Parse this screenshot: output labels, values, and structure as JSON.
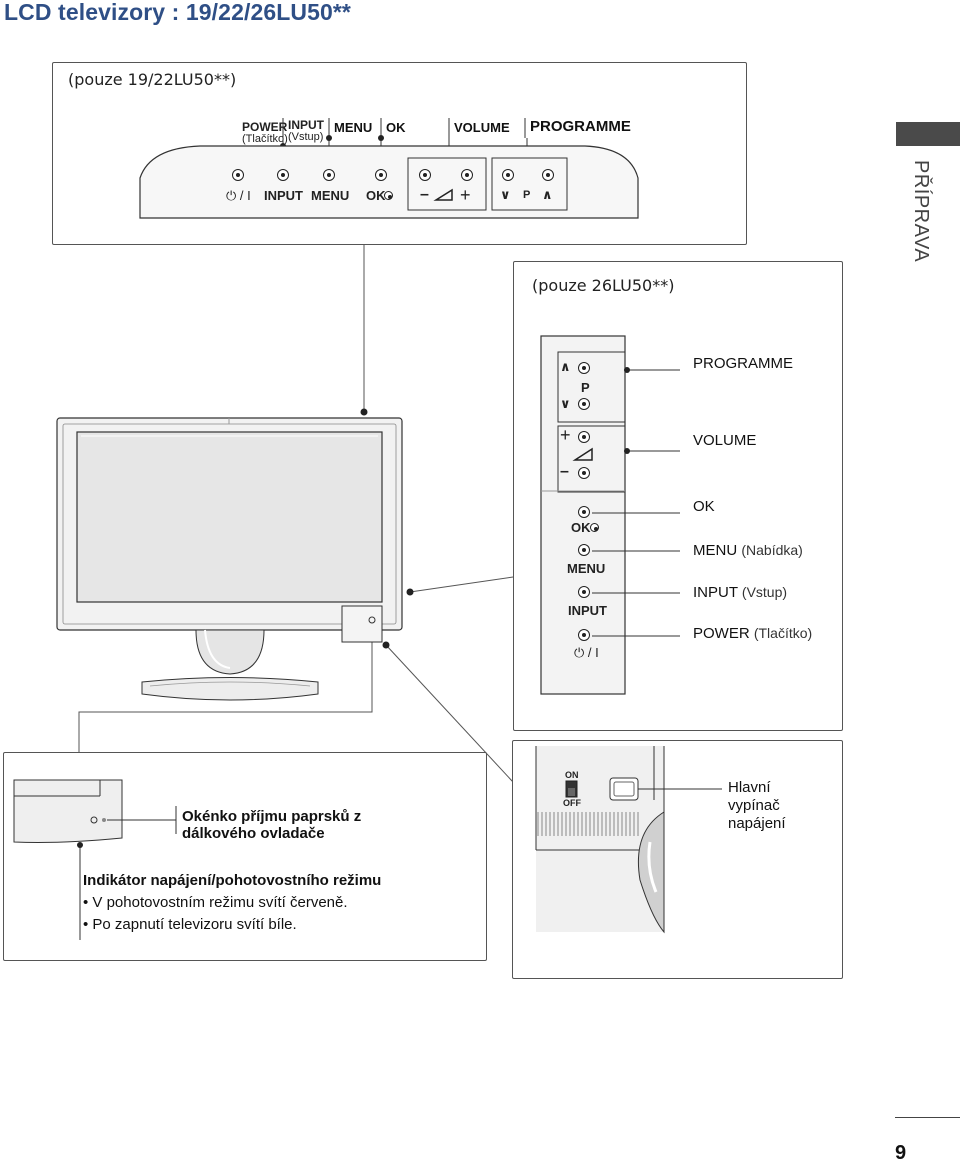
{
  "page": {
    "title": "LCD televizory : 19/22/26LU50**",
    "side_label": "PŘÍPRAVA",
    "page_number": "9"
  },
  "panel_small": {
    "caption": "(pouze 19/22LU50**)",
    "top_labels": {
      "power": "POWER",
      "power_sub": "(Tlačítko)",
      "input": "INPUT",
      "input_sub": "(Vstup)",
      "menu": "MENU",
      "ok": "OK",
      "volume": "VOLUME",
      "programme": "PROGRAMME"
    },
    "face_labels": {
      "power": "⏻ / I",
      "input": "INPUT",
      "menu": "MENU",
      "ok": "OK",
      "vol_minus": "–",
      "vol_plus": "+",
      "prog_down": "∨",
      "prog_p": "P",
      "prog_up": "∧"
    }
  },
  "panel_large": {
    "caption": "(pouze 26LU50**)",
    "strip_labels": {
      "prog_up": "∧",
      "prog_p": "P",
      "prog_down": "∨",
      "vol_plus": "+",
      "vol_minus": "–",
      "ok": "OK",
      "menu": "MENU",
      "input": "INPUT",
      "power": "⏻ / I"
    },
    "callouts": {
      "programme": "PROGRAMME",
      "volume": "VOLUME",
      "ok": "OK",
      "menu": "MENU",
      "menu_sub": "(Nabídka)",
      "input": "INPUT",
      "input_sub": "(Vstup)",
      "power": "POWER",
      "power_sub": "(Tlačítko)"
    }
  },
  "panel_indicator": {
    "remote_sensor": "Okénko příjmu paprsků z dálkového ovladače",
    "remote_sensor_line1": "Okénko příjmu paprsků z",
    "remote_sensor_line2": "dálkového ovladače",
    "title": "Indikátor napájení/pohotovostního režimu",
    "bullet1": "• V  pohotovostním režimu svítí červeně.",
    "bullet2": "• Po zapnutí televizoru svítí bíle."
  },
  "panel_switch": {
    "on": "ON",
    "off": "OFF",
    "label_line1": "Hlavní",
    "label_line2": "vypínač",
    "label_line3": "napájení"
  }
}
